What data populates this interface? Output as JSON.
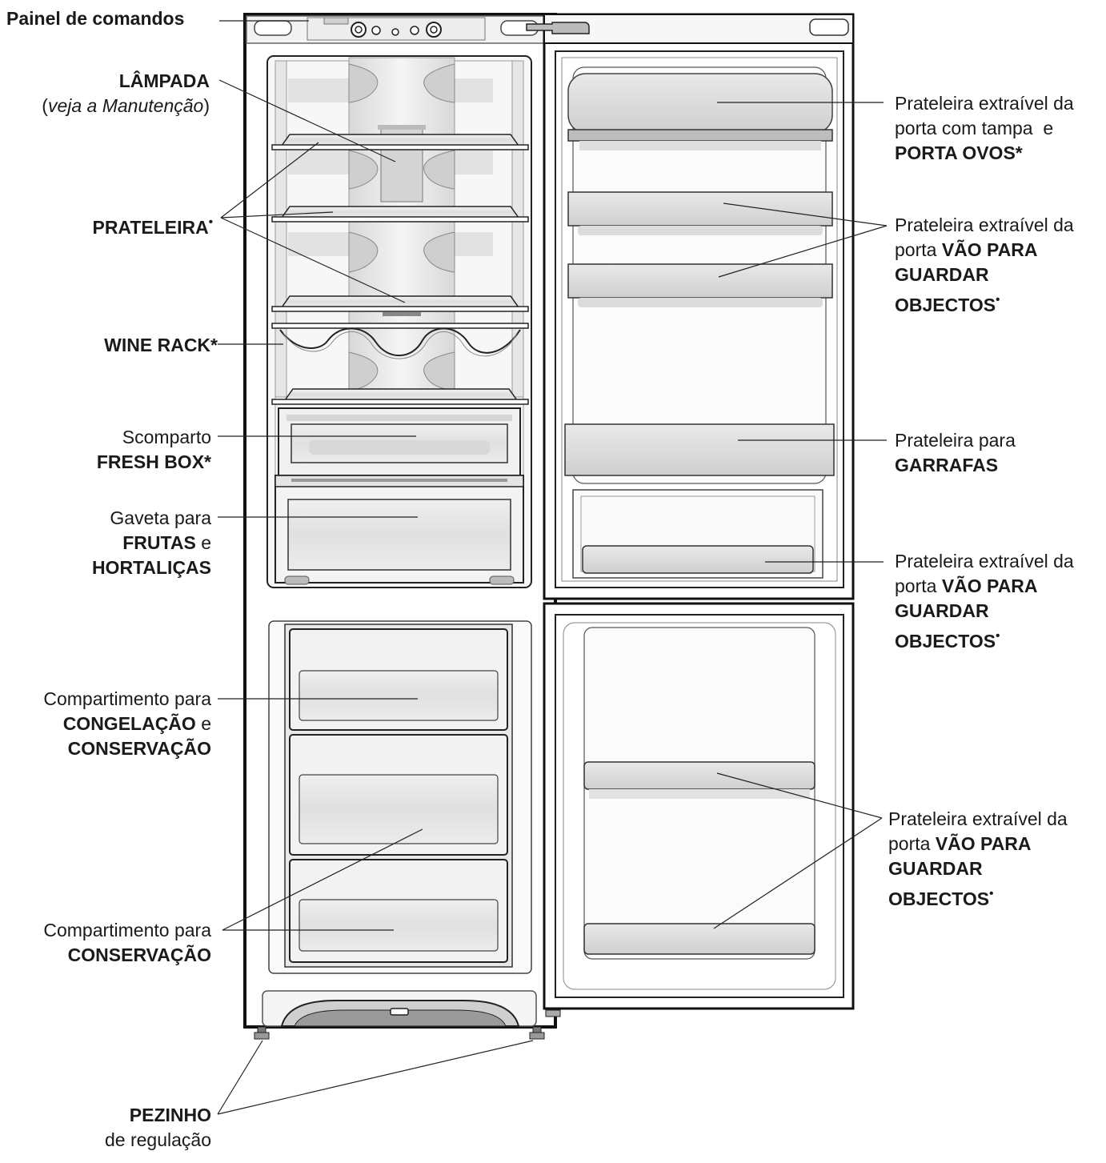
{
  "labels": {
    "control_panel": {
      "text": "Painel de comandos"
    },
    "lamp": {
      "title": "LÂMPADA",
      "open": "(",
      "note": "veja a Manutenção",
      "close": ")"
    },
    "shelf": {
      "title": "PRATELEIRA",
      "marker": "•"
    },
    "wine_rack": {
      "title": "WINE RACK*"
    },
    "fresh_box": {
      "line1": "Scomparto",
      "title": "FRESH BOX*"
    },
    "crisper": {
      "line1": "Gaveta para",
      "title1": "FRUTAS",
      "conj": " e",
      "title2": "HORTALIÇAS"
    },
    "freezer_comp": {
      "line1": "Compartimento para",
      "title1": "CONGELAÇÃO",
      "conj": " e",
      "title2": "CONSERVAÇÃO"
    },
    "storage_comp": {
      "line1": "Compartimento para",
      "title": "CONSERVAÇÃO"
    },
    "feet": {
      "title": "PEZINHO",
      "line2": "de regulação"
    },
    "door_egg": {
      "line1": "Prateleira extraível da",
      "line2": "porta com tampa  e",
      "title": "PORTA OVOS*"
    },
    "door_storage_1": {
      "line1": "Prateleira extraível da",
      "line2_pre": "porta ",
      "line2_bold": "VÃO PARA",
      "line3": "GUARDAR",
      "line4": "OBJECTOS",
      "marker": "•"
    },
    "door_bottles": {
      "line1": "Prateleira para",
      "title": "GARRAFAS"
    },
    "door_storage_2": {
      "line1": "Prateleira extraível da",
      "line2_pre": "porta ",
      "line2_bold": "VÃO PARA",
      "line3": "GUARDAR",
      "line4": "OBJECTOS",
      "marker": "•"
    },
    "door_storage_3": {
      "line1": "Prateleira extraível da",
      "line2_pre": "porta ",
      "line2_bold": "VÃO PARA",
      "line3": "GUARDAR",
      "line4": "OBJECTOS",
      "marker": "•"
    }
  }
}
